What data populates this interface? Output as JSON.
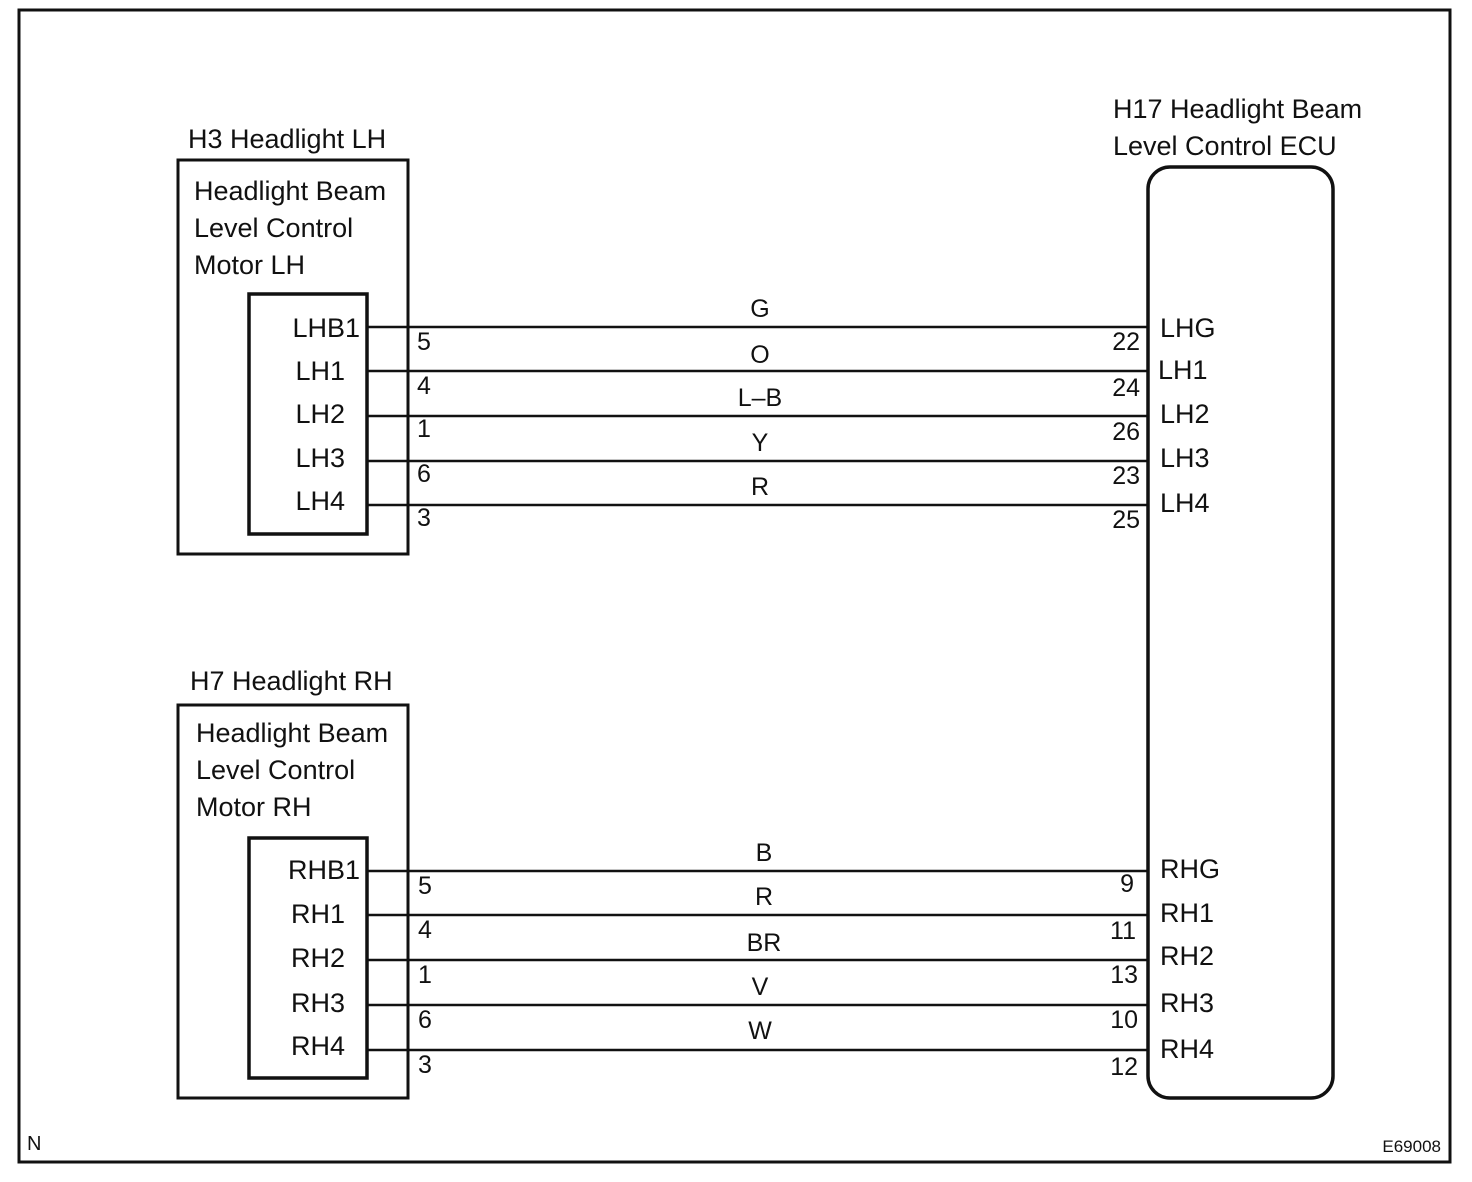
{
  "colors": {
    "ink": "#111111",
    "background": "#ffffff"
  },
  "footer": {
    "left_mark": "N",
    "figure_code": "E69008"
  },
  "lh": {
    "connector_title": "H3 Headlight LH",
    "component_line1": "Headlight Beam",
    "component_line2": "Level Control",
    "component_line3": "Motor LH",
    "terminals": [
      "LHB1",
      "LH1",
      "LH2",
      "LH3",
      "LH4"
    ]
  },
  "rh": {
    "connector_title": "H7 Headlight RH",
    "component_line1": "Headlight Beam",
    "component_line2": "Level Control",
    "component_line3": "Motor RH",
    "terminals": [
      "RHB1",
      "RH1",
      "RH2",
      "RH3",
      "RH4"
    ]
  },
  "ecu": {
    "title_line1": "H17 Headlight Beam",
    "title_line2": "Level Control ECU"
  },
  "wires_lh": [
    {
      "color": "G",
      "motor_pin": "5",
      "ecu_pin": "22",
      "ecu_terminal": "LHG"
    },
    {
      "color": "O",
      "motor_pin": "4",
      "ecu_pin": "24",
      "ecu_terminal": "LH1"
    },
    {
      "color": "L–B",
      "motor_pin": "1",
      "ecu_pin": "26",
      "ecu_terminal": "LH2"
    },
    {
      "color": "Y",
      "motor_pin": "6",
      "ecu_pin": "23",
      "ecu_terminal": "LH3"
    },
    {
      "color": "R",
      "motor_pin": "3",
      "ecu_pin": "25",
      "ecu_terminal": "LH4"
    }
  ],
  "wires_rh": [
    {
      "color": "B",
      "motor_pin": "5",
      "ecu_pin": "9",
      "ecu_terminal": "RHG"
    },
    {
      "color": "R",
      "motor_pin": "4",
      "ecu_pin": "11",
      "ecu_terminal": "RH1"
    },
    {
      "color": "BR",
      "motor_pin": "1",
      "ecu_pin": "13",
      "ecu_terminal": "RH2"
    },
    {
      "color": "V",
      "motor_pin": "6",
      "ecu_pin": "10",
      "ecu_terminal": "RH3"
    },
    {
      "color": "W",
      "motor_pin": "3",
      "ecu_pin": "12",
      "ecu_terminal": "RH4"
    }
  ]
}
